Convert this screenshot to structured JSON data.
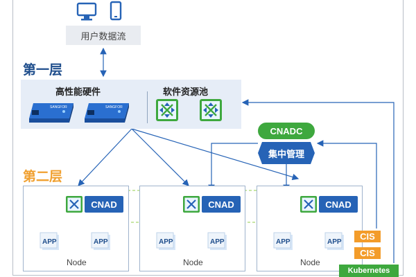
{
  "user_flow": {
    "label": "用户数据流",
    "icons": [
      "monitor-icon",
      "phone-icon"
    ]
  },
  "layer1": {
    "label": "第一层"
  },
  "layer2": {
    "label": "第二层"
  },
  "hardware": {
    "title": "高性能硬件",
    "devices": [
      {
        "brand": "SANGFOR"
      },
      {
        "brand": "SANGFOR"
      }
    ]
  },
  "software_pool": {
    "title": "软件资源池"
  },
  "cnadc": {
    "top": "CNADC",
    "bottom": "集中管理"
  },
  "nodes": [
    {
      "label": "Node",
      "cnad": "CNAD",
      "apps": [
        "APP",
        "APP"
      ]
    },
    {
      "label": "Node",
      "cnad": "CNAD",
      "apps": [
        "APP",
        "APP"
      ]
    },
    {
      "label": "Node",
      "cnad": "CNAD",
      "apps": [
        "APP",
        "APP"
      ]
    }
  ],
  "cis": [
    "CIS",
    "CIS"
  ],
  "kubernetes": {
    "label": "Kubernetes"
  },
  "colors": {
    "primary_blue": "#2663b6",
    "dark_blue": "#1f4e8c",
    "layer2_orange": "#f0a030",
    "green": "#3ea83e",
    "cis_orange": "#f39c2a",
    "panel_bg": "#e6edf7",
    "dashed_green": "#a6d86f"
  }
}
